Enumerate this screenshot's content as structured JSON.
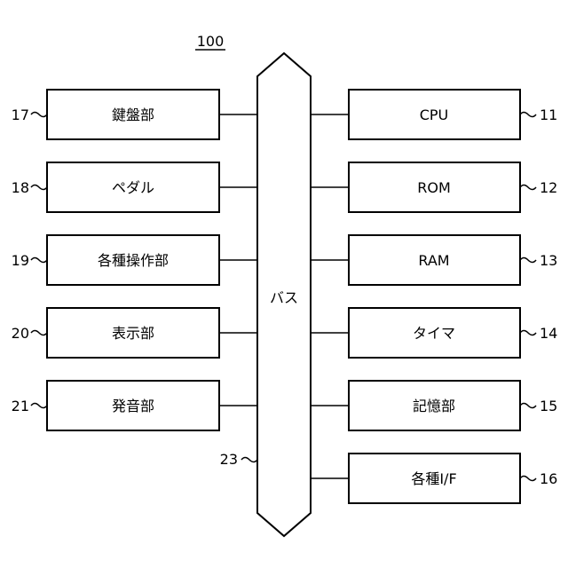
{
  "diagram": {
    "title_ref": "100",
    "bus": {
      "label": "バス",
      "ref": "23"
    },
    "left_blocks": [
      {
        "label": "鍵盤部",
        "ref": "17"
      },
      {
        "label": "ペダル",
        "ref": "18"
      },
      {
        "label": "各種操作部",
        "ref": "19"
      },
      {
        "label": "表示部",
        "ref": "20"
      },
      {
        "label": "発音部",
        "ref": "21"
      }
    ],
    "right_blocks": [
      {
        "label": "CPU",
        "ref": "11"
      },
      {
        "label": "ROM",
        "ref": "12"
      },
      {
        "label": "RAM",
        "ref": "13"
      },
      {
        "label": "タイマ",
        "ref": "14"
      },
      {
        "label": "記憶部",
        "ref": "15"
      },
      {
        "label": "各種I/F",
        "ref": "16"
      }
    ]
  }
}
